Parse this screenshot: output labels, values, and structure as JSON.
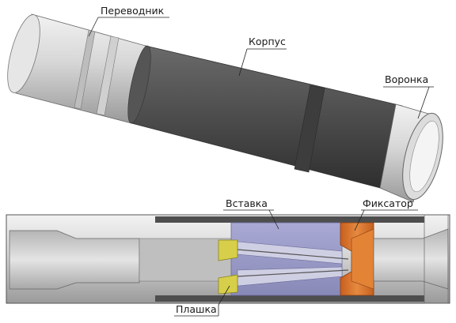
{
  "labels": {
    "perevodnik": "Переводник",
    "korpus": "Корпус",
    "voronka": "Воронка",
    "vstavka": "Вставка",
    "fiksator": "Фиксатор",
    "plashka": "Плашка"
  },
  "colors": {
    "body_dark": "#4a4a4a",
    "metal_light": "#c8c8c8",
    "insert_purple": "#9c9cc6",
    "fixator_orange": "#d8742e",
    "slip_yellow": "#d7cf4a",
    "background": "#ffffff"
  }
}
